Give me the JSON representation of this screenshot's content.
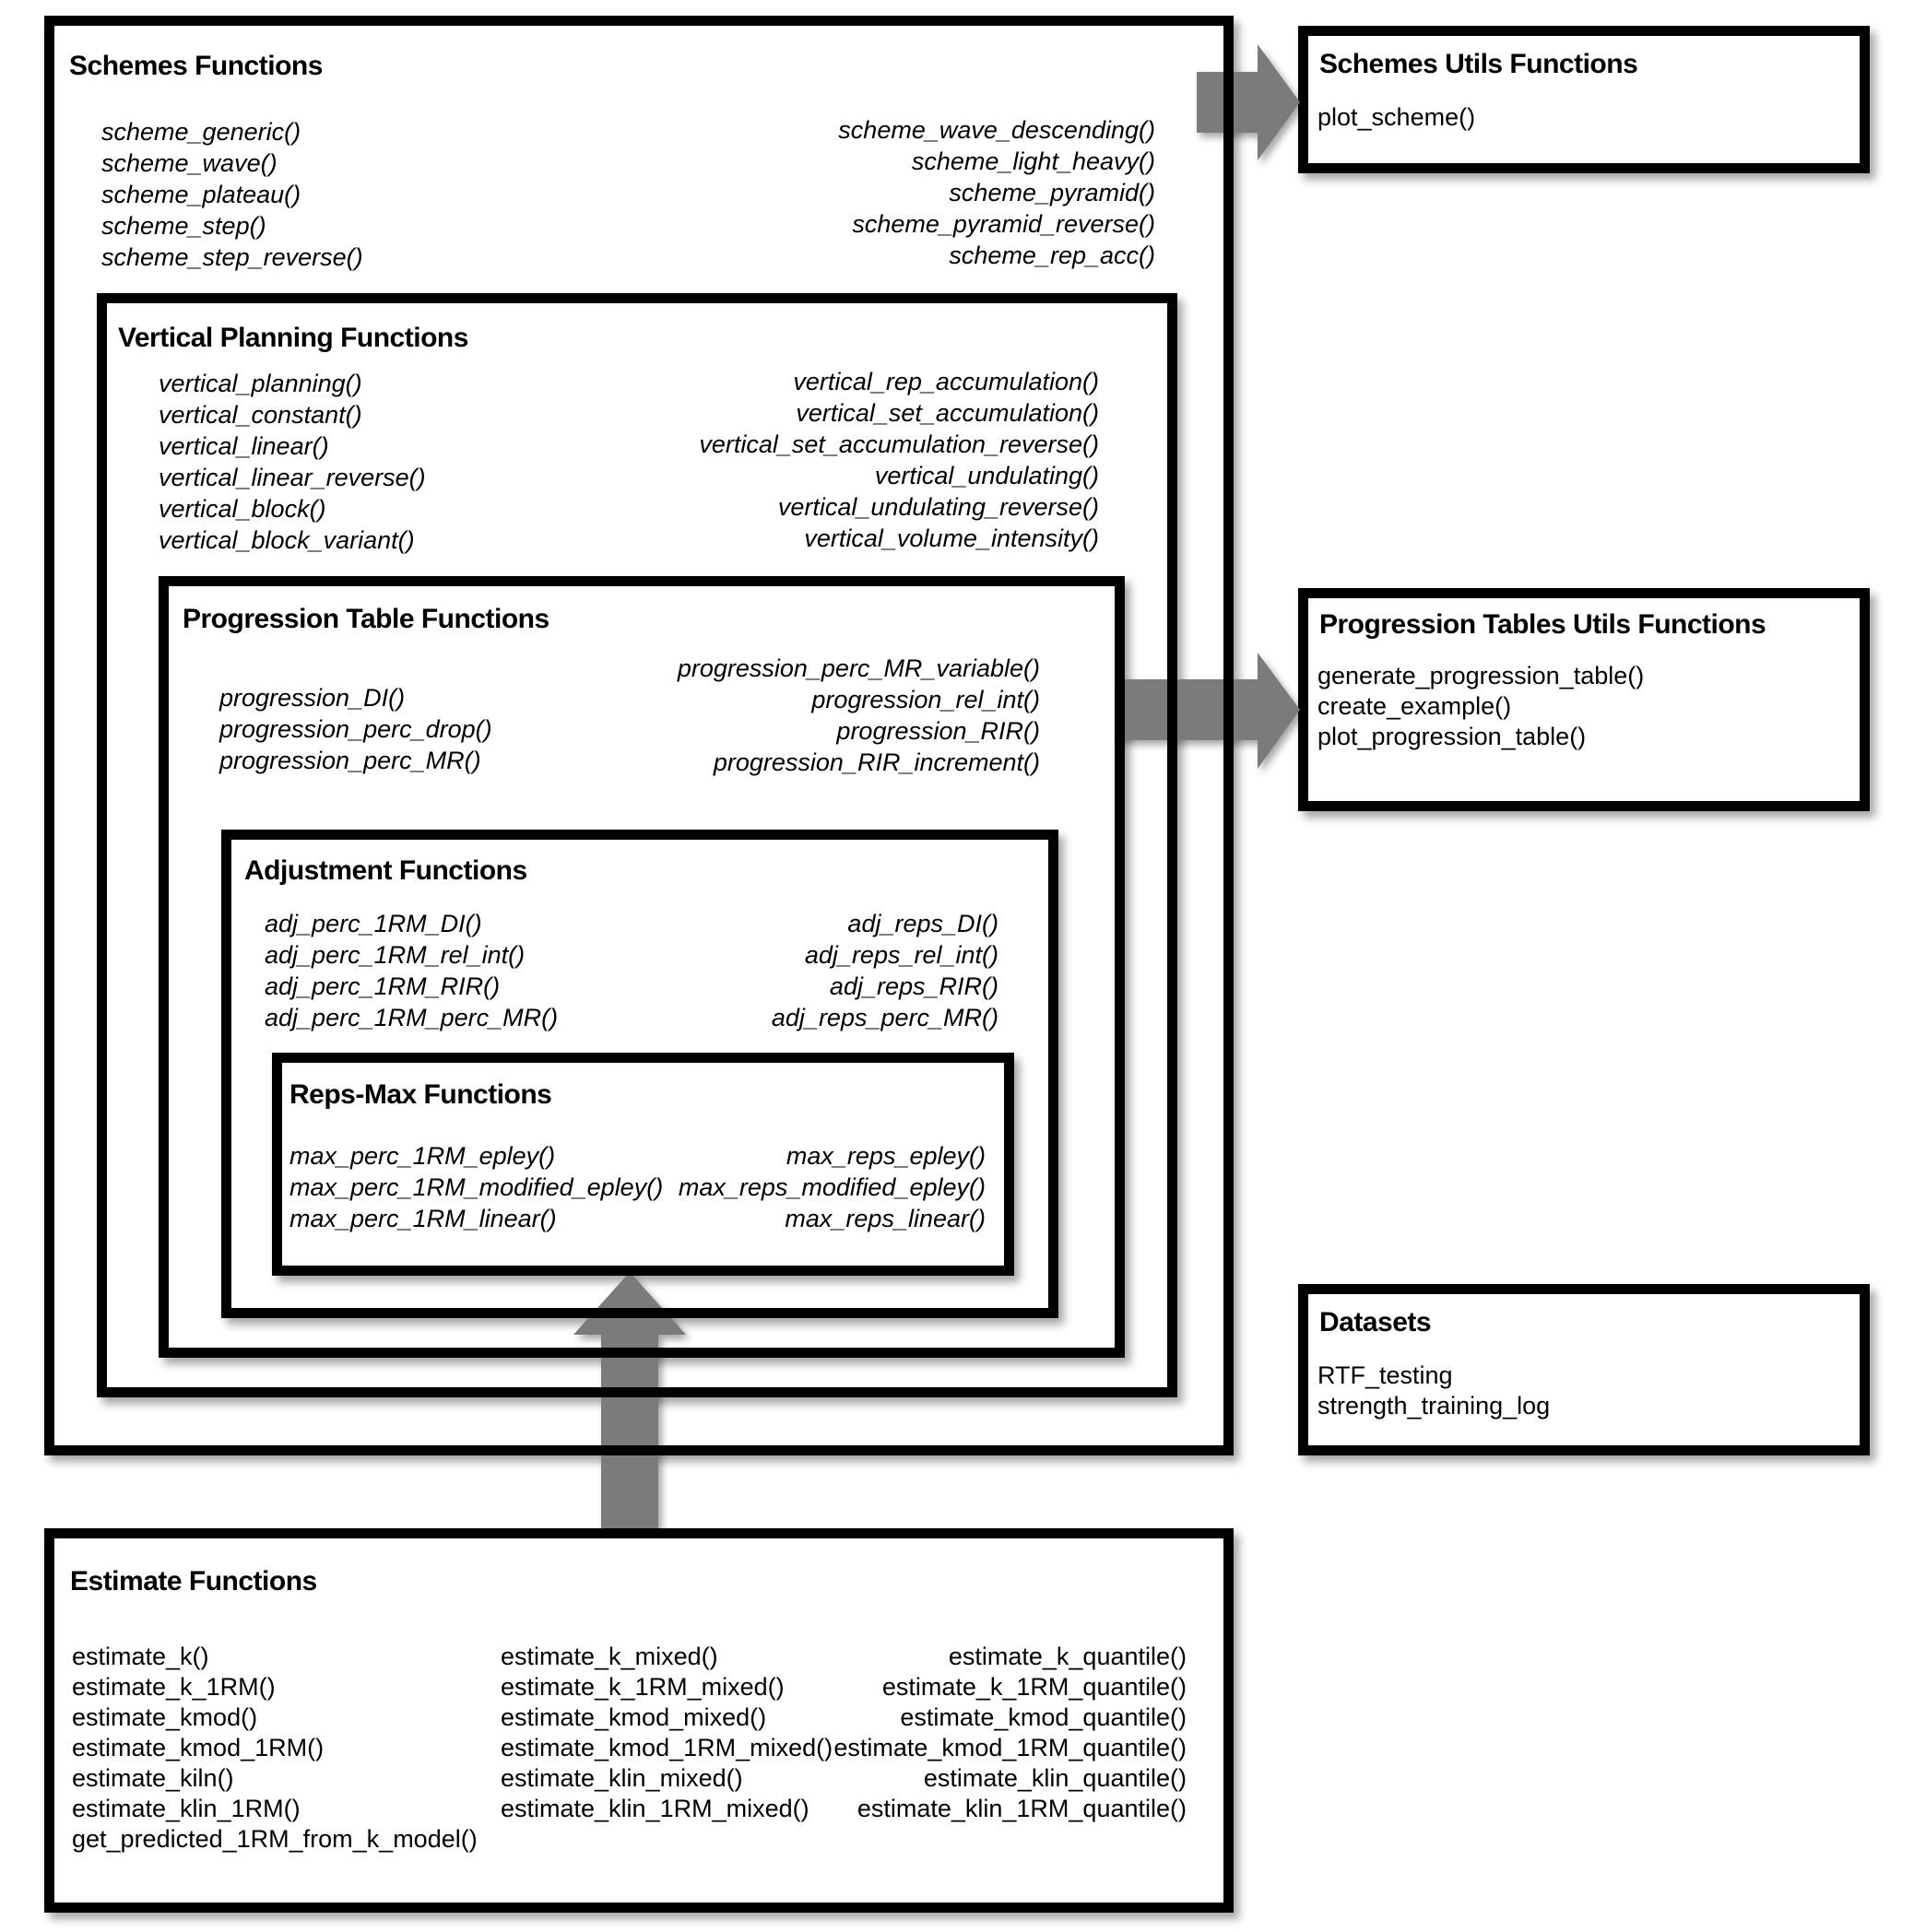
{
  "colors": {
    "border": "#000000",
    "background": "#ffffff",
    "arrow_gray": "#7b7b7b"
  },
  "boxes": {
    "schemes": {
      "title": "Schemes Functions",
      "left": [
        "scheme_generic()",
        "scheme_wave()",
        "scheme_plateau()",
        "scheme_step()",
        "scheme_step_reverse()"
      ],
      "right": [
        "scheme_wave_descending()",
        "scheme_light_heavy()",
        "scheme_pyramid()",
        "scheme_pyramid_reverse()",
        "scheme_rep_acc()"
      ]
    },
    "vertical": {
      "title": "Vertical Planning Functions",
      "left": [
        "vertical_planning()",
        "vertical_constant()",
        "vertical_linear()",
        "vertical_linear_reverse()",
        "vertical_block()",
        "vertical_block_variant()"
      ],
      "right": [
        "vertical_rep_accumulation()",
        "vertical_set_accumulation()",
        "vertical_set_accumulation_reverse()",
        "vertical_undulating()",
        "vertical_undulating_reverse()",
        "vertical_volume_intensity()"
      ]
    },
    "progression": {
      "title": "Progression Table Functions",
      "left": [
        "progression_DI()",
        "progression_perc_drop()",
        "progression_perc_MR()"
      ],
      "right": [
        "progression_perc_MR_variable()",
        "progression_rel_int()",
        "progression_RIR()",
        "progression_RIR_increment()"
      ]
    },
    "adjustment": {
      "title": "Adjustment Functions",
      "left": [
        "adj_perc_1RM_DI()",
        "adj_perc_1RM_rel_int()",
        "adj_perc_1RM_RIR()",
        "adj_perc_1RM_perc_MR()"
      ],
      "right": [
        "adj_reps_DI()",
        "adj_reps_rel_int()",
        "adj_reps_RIR()",
        "adj_reps_perc_MR()"
      ]
    },
    "repsmax": {
      "title": "Reps-Max Functions",
      "left": [
        "max_perc_1RM_epley()",
        "max_perc_1RM_modified_epley()",
        "max_perc_1RM_linear()"
      ],
      "right": [
        "max_reps_epley()",
        "max_reps_modified_epley()",
        "max_reps_linear()"
      ]
    },
    "schemes_utils": {
      "title": "Schemes Utils Functions",
      "items": [
        "plot_scheme()"
      ]
    },
    "progression_utils": {
      "title": "Progression Tables Utils Functions",
      "items": [
        "generate_progression_table()",
        "create_example()",
        "plot_progression_table()"
      ]
    },
    "datasets": {
      "title": "Datasets",
      "items": [
        "RTF_testing",
        "strength_training_log"
      ]
    },
    "estimate": {
      "title": "Estimate Functions",
      "col1": [
        "estimate_k()",
        "estimate_k_1RM()",
        "estimate_kmod()",
        "estimate_kmod_1RM()",
        "estimate_kiln()",
        "estimate_klin_1RM()",
        "get_predicted_1RM_from_k_model()"
      ],
      "col2": [
        "estimate_k_mixed()",
        "estimate_k_1RM_mixed()",
        "estimate_kmod_mixed()",
        "estimate_kmod_1RM_mixed()",
        "estimate_klin_mixed()",
        "estimate_klin_1RM_mixed()"
      ],
      "col3": [
        "estimate_k_quantile()",
        "estimate_k_1RM_quantile()",
        "estimate_kmod_quantile()",
        "estimate_kmod_1RM_quantile()",
        "estimate_klin_quantile()",
        "estimate_klin_1RM_quantile()"
      ]
    }
  }
}
